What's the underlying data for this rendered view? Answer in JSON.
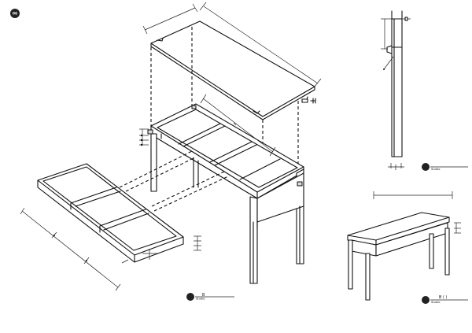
{
  "sheet": {
    "page_badge": "06"
  },
  "views": [
    {
      "id": "assembly",
      "badge": "",
      "title": "B",
      "subtitle": "Studio"
    },
    {
      "id": "leg-section",
      "badge": "",
      "title": "",
      "subtitle": "Studio"
    },
    {
      "id": "perspective",
      "badge": "",
      "title": "B   (   )",
      "subtitle": "Studio"
    }
  ],
  "colors": {
    "line": "#111111",
    "background": "#ffffff",
    "badge_fill": "#222222"
  }
}
